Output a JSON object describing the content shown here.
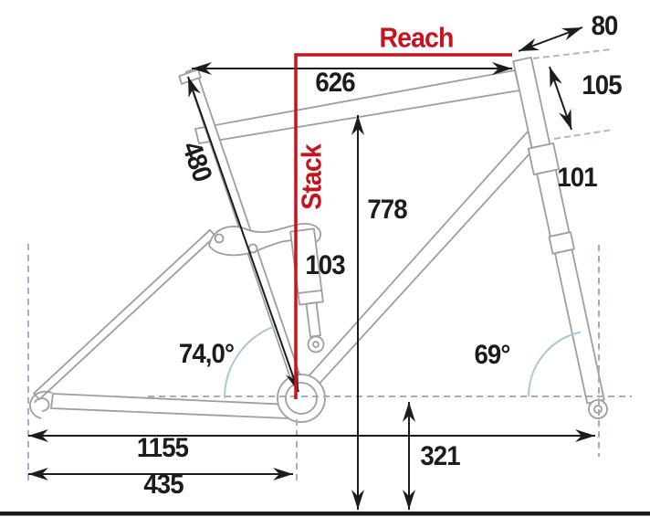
{
  "colors": {
    "accent": "#c8121e",
    "frame": "#9e9e9e",
    "dimension": "#1c1c1e",
    "reference_dash": "#9fb2c0",
    "headtube_dash": "#a9bfb2",
    "angle_arc": "#a9c6da",
    "ground": "#1c1c1e"
  },
  "labels": {
    "reach": "Reach",
    "stack": "Stack",
    "top_tube_length": "626",
    "seat_tube_length": "480",
    "standover_height": "778",
    "shock_length": "103",
    "stem_length": "80",
    "head_tube_length": "105",
    "fork_head_lower": "101",
    "seat_tube_angle": "74,0°",
    "head_tube_angle": "69°",
    "wheelbase": "1155",
    "chainstay_length": "435",
    "bb_height": "321"
  }
}
